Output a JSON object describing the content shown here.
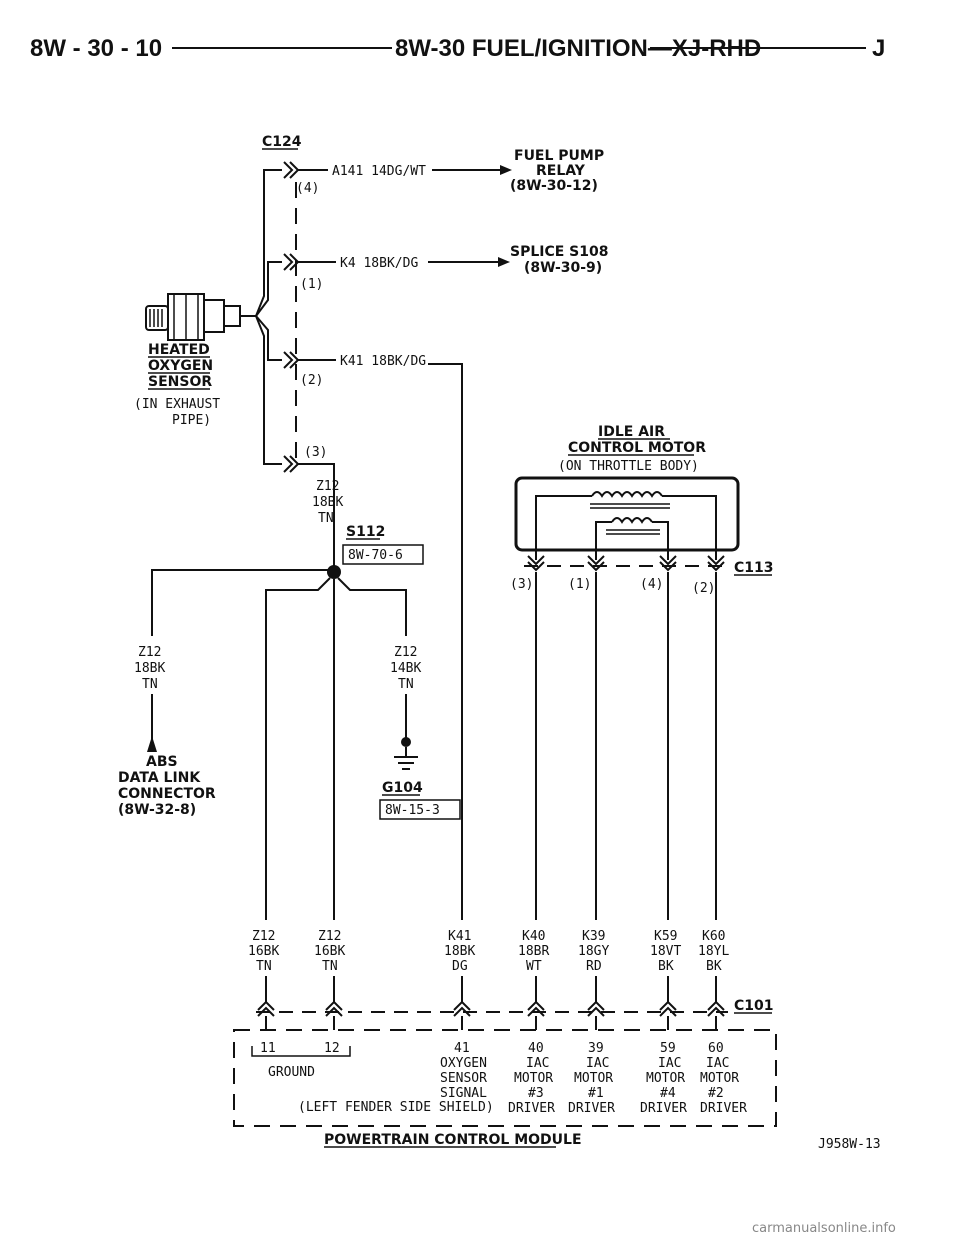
{
  "header": {
    "page": "8W - 30 - 10",
    "title": "8W-30 FUEL/IGNITION—XJ-RHD",
    "code": "J"
  },
  "connectors": {
    "c124": "C124",
    "c113": "C113",
    "c101": "C101",
    "s112": "S112",
    "s112_ref": "8W-70-6",
    "g104": "G104",
    "g104_ref": "8W-15-3"
  },
  "sensor": {
    "line1": "HEATED",
    "line2": "OXYGEN",
    "line3": "SENSOR",
    "sub1": "(IN EXHAUST",
    "sub2": "PIPE)"
  },
  "c124_pins": [
    {
      "pin": "(4)",
      "wire": "A141 14DG/WT"
    },
    {
      "pin": "(1)",
      "wire": "K4 18BK/DG"
    },
    {
      "pin": "(2)",
      "wire": "K41 18BK/DG"
    },
    {
      "pin": "(3)",
      "wire": ""
    }
  ],
  "fuel_pump_relay": {
    "line1": "FUEL PUMP",
    "line2": "RELAY",
    "line3": "(8W-30-12)"
  },
  "splice_s108": {
    "line1": "SPLICE S108",
    "line2": "(8W-30-9)"
  },
  "idle_air": {
    "line1": "IDLE AIR",
    "line2": "CONTROL MOTOR",
    "line3": "(ON THROTTLE BODY)"
  },
  "c113_pins": [
    "(3)",
    "(1)",
    "(4)",
    "(2)"
  ],
  "z12_tn": {
    "l1": "Z12",
    "l2": "18BK",
    "l3": "TN"
  },
  "z12_left": {
    "l1": "Z12",
    "l2": "18BK",
    "l3": "TN"
  },
  "z12_ground": {
    "l1": "Z12",
    "l2": "14BK",
    "l3": "TN"
  },
  "abs": {
    "line1": "ABS",
    "line2": "DATA LINK",
    "line3": "CONNECTOR",
    "line4": "(8W-32-8)"
  },
  "bottom_wires": [
    {
      "l1": "Z12",
      "l2": "16BK",
      "l3": "TN"
    },
    {
      "l1": "Z12",
      "l2": "16BK",
      "l3": "TN"
    },
    {
      "l1": "K41",
      "l2": "18BK",
      "l3": "DG"
    },
    {
      "l1": "K40",
      "l2": "18BR",
      "l3": "WT"
    },
    {
      "l1": "K39",
      "l2": "18GY",
      "l3": "RD"
    },
    {
      "l1": "K59",
      "l2": "18VT",
      "l3": "BK"
    },
    {
      "l1": "K60",
      "l2": "18YL",
      "l3": "BK"
    }
  ],
  "pcm_pins": {
    "p11": "11",
    "p12": "12",
    "ground": "GROUND",
    "p41": {
      "num": "41",
      "l1": "OXYGEN",
      "l2": "SENSOR",
      "l3": "SIGNAL"
    },
    "p40": {
      "num": "40",
      "l1": "IAC",
      "l2": "MOTOR",
      "l3": "#3",
      "l4": "DRIVER"
    },
    "p39": {
      "num": "39",
      "l1": "IAC",
      "l2": "MOTOR",
      "l3": "#1",
      "l4": "DRIVER"
    },
    "p59": {
      "num": "59",
      "l1": "IAC",
      "l2": "MOTOR",
      "l3": "#4",
      "l4": "DRIVER"
    },
    "p60": {
      "num": "60",
      "l1": "IAC",
      "l2": "MOTOR",
      "l3": "#2",
      "l4": "DRIVER"
    }
  },
  "pcm_location": "(LEFT FENDER SIDE SHIELD)",
  "pcm_title": "POWERTRAIN CONTROL MODULE",
  "figure_id": "J958W-13",
  "watermark": "carmanualsonline.info"
}
